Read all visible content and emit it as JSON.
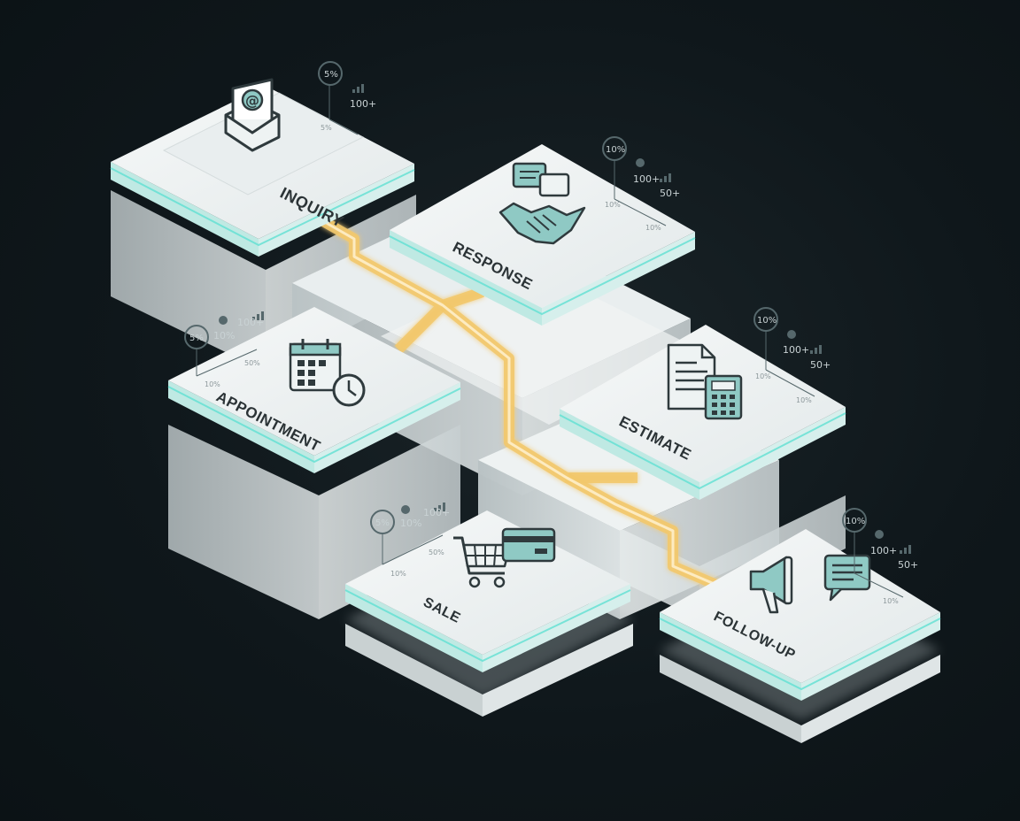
{
  "colors": {
    "background": "#0f171b",
    "tile_top": "#eef2f2",
    "tile_edge_glow": "#5fe0d2",
    "path_gold": "#f2c86b",
    "icon_stroke": "#2f3a3d",
    "icon_fill": "#8fc9c4"
  },
  "stages": [
    {
      "key": "inquiry",
      "label": "INQUIRY",
      "icon": "envelope-at-icon",
      "stats": [
        "5%",
        "100+",
        "5%"
      ]
    },
    {
      "key": "response",
      "label": "RESPONSE",
      "icon": "handshake-chat-icon",
      "stats": [
        "10%",
        "100+",
        "50+",
        "10%",
        "10%"
      ]
    },
    {
      "key": "appointment",
      "label": "APPOINTMENT",
      "icon": "calendar-clock-icon",
      "stats": [
        "5%",
        "10%",
        "100+",
        "10%",
        "50%"
      ]
    },
    {
      "key": "estimate",
      "label": "ESTIMATE",
      "icon": "document-calculator-icon",
      "stats": [
        "10%",
        "100+",
        "50+",
        "10%",
        "10%"
      ]
    },
    {
      "key": "sale",
      "label": "SALE",
      "icon": "cart-card-icon",
      "stats": [
        "5%",
        "10%",
        "100+",
        "10%",
        "50%"
      ]
    },
    {
      "key": "followup",
      "label": "FOLLOW-UP",
      "icon": "megaphone-chat-icon",
      "stats": [
        "10%",
        "100+",
        "50+",
        "10%"
      ]
    }
  ]
}
